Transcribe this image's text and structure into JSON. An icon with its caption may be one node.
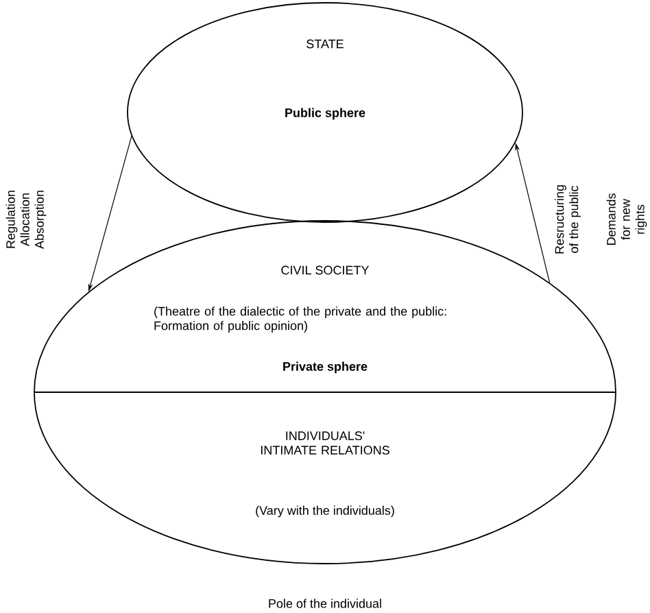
{
  "diagram": {
    "nodes": [
      {
        "text": [
          "STATE",
          "Public sphere"
        ]
      },
      {
        "text": [
          "CIVIL SOCIETY",
          "(Theatre of the dialectic of the private and the public: Formation of public opinion)",
          "Private sphere",
          "INDIVIDUALS' INTIMATE RELATIONS",
          "(Vary with the individuals)"
        ]
      }
    ],
    "edges": [
      {
        "from": 0,
        "to": 1,
        "arrow": "to",
        "label": "Regulation Allocation Absorption"
      },
      {
        "from": 1,
        "to": 0,
        "arrow": "to",
        "label": "Resructuring of the public"
      }
    ],
    "labels": [
      "Demands for new rights",
      "Pole of the individual"
    ]
  }
}
